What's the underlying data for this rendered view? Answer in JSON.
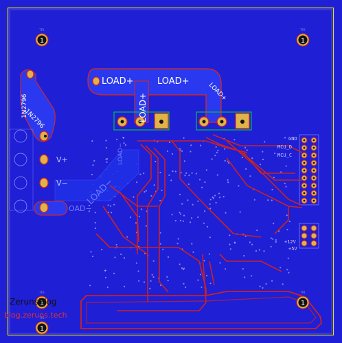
{
  "colors": {
    "board_bg": "#1f1fd6",
    "pour": "#2a38f0",
    "pour_dark": "#1818c0",
    "copper_top": "#cc2222",
    "pad_gold": "#e0b24a",
    "silk": "#e8e8e8",
    "outline": "#e6e600",
    "copper_edge": "#ff3a3a",
    "watermark_red": "#e0303a",
    "watermark_dark": "#101010"
  },
  "mounting_holes": {
    "label": "1",
    "designators": [
      "TP1",
      "TP2",
      "TP3",
      "TP4",
      "TP5"
    ]
  },
  "load_plus": {
    "big_label": "LOAD+",
    "big_label_2": "LOAD+",
    "vertical_label": "LOAD+",
    "rotated_label": "LOAD+"
  },
  "diodes": {
    "label_a": "1N2796",
    "label_b": "1N2796"
  },
  "terminal_labels": {
    "v_plus": "V+",
    "v_minus": "V−",
    "load_minus": "LOAD−",
    "load_minus_small": "LOAD−",
    "load_minus_pad": "OAD−"
  },
  "connector_labels": {
    "gnd": "GND",
    "mcu_1": "MCU_D",
    "mcu_2": "MCU_C",
    "v12": "+12V",
    "v5": "+5V"
  },
  "watermark": {
    "name": "ZerunsBlog",
    "url": "blog.zeruns.tech"
  }
}
